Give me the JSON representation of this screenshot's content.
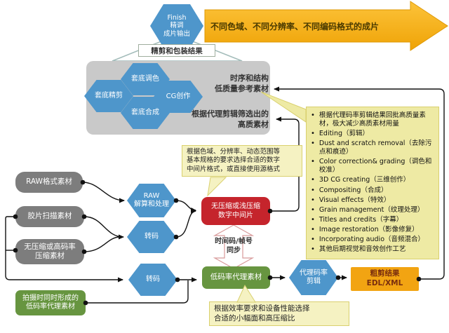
{
  "colors": {
    "hex_blue": "#4e96cb",
    "conform_gray": "#c9c9c9",
    "source_gray": "#7d7d7d",
    "green": "#679540",
    "red": "#c5242c",
    "orange_box": "#f2a412",
    "big_arrow_yellow": "#f6b515",
    "note_yellow": "#eeeaa4",
    "callout_yellow": "#f5f2c2",
    "line_black": "#111111"
  },
  "top": {
    "finish_hex": "Finish\n精调\n成片输出",
    "output_arrow_label": "不同色域、不同分辨率、不同编码格式的成片",
    "funnel_label": "精剪和包装结果"
  },
  "conform": {
    "hex_grade": "套底调色",
    "hex_fine_cut": "套底精剪",
    "hex_cg": "CG创作",
    "hex_composite": "套底合成",
    "ref_low_quality": "时序和结构\n低质量参考素材",
    "ref_high_quality": "根据代理剪辑筛选出的\n高质素材"
  },
  "notes": {
    "items": [
      "根据代理码率剪辑结果回批高质量素材，极大减少高质素材用量",
      "Editing（剪辑）",
      "Dust and scratch removal（去除污点和痕迹）",
      "Color correction& grading（调色和校准）",
      "3D CG creating（三维创作）",
      "Compositing（合成）",
      "Visual effects（特效）",
      "Grain management（纹理处理）",
      "Titles and credits（字幕）",
      "Image restoration（影像修复）",
      "Incorporating audio（音频混合）",
      "其他后期视觉和音效创作工艺"
    ]
  },
  "callouts": {
    "di_format": "根据色域、分辨率、动态范围等\n基本规格的要求选择合适的数字\n中间片格式，或直接使用源格式",
    "proxy_format": "根据效率要求和设备性能选择\n合适的小幅面和高压缩比"
  },
  "sources": {
    "raw": "RAW格式素材",
    "film_scan": "胶片扫描素材",
    "uncompressed": "无压缩或高码率\n压缩素材",
    "camera_proxy": "拍摄时同时形成的\n低码率代理素材"
  },
  "process": {
    "raw_debayer": "RAW\n解算和处理",
    "transcode_hq": "转码",
    "transcode_proxy": "转码",
    "di_box": "无压缩或浅压缩\n数字中间片",
    "sync_label": "时间码/帧号\n同步",
    "proxy_box": "低码率代理素材",
    "proxy_edit_hex": "代理码率\n剪辑",
    "edl_box": "粗剪结果\nEDL/XML"
  }
}
